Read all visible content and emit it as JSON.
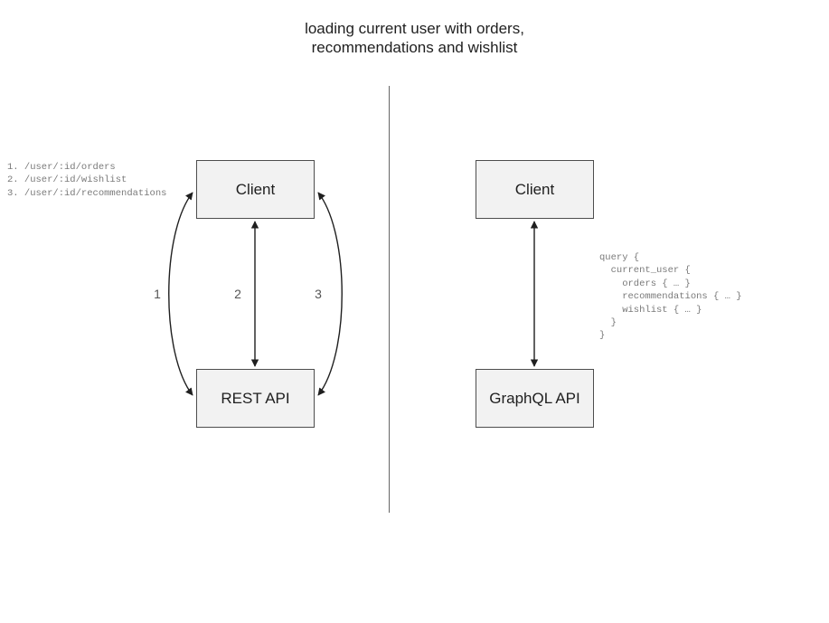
{
  "title": "loading current user with orders,\nrecommendations and wishlist",
  "divider": {
    "label": "vertical-divider"
  },
  "rest_side": {
    "client_box": "Client",
    "api_box": "REST API",
    "endpoints": "1. /user/:id/orders\n2. /user/:id/wishlist\n3. /user/:id/recommendations",
    "edge_labels": [
      "1",
      "2",
      "3"
    ]
  },
  "graphql_side": {
    "client_box": "Client",
    "api_box": "GraphQL API",
    "query": "query {\n  current_user {\n    orders { … }\n    recommendations { … }\n    wishlist { … }\n  }\n}"
  },
  "colors": {
    "box_fill": "#f2f2f2",
    "box_border": "#4d4d4d",
    "text": "#1f1f1f",
    "code_text": "#7a7a7a",
    "divider": "#666666",
    "edge": "#1f1f1f"
  }
}
